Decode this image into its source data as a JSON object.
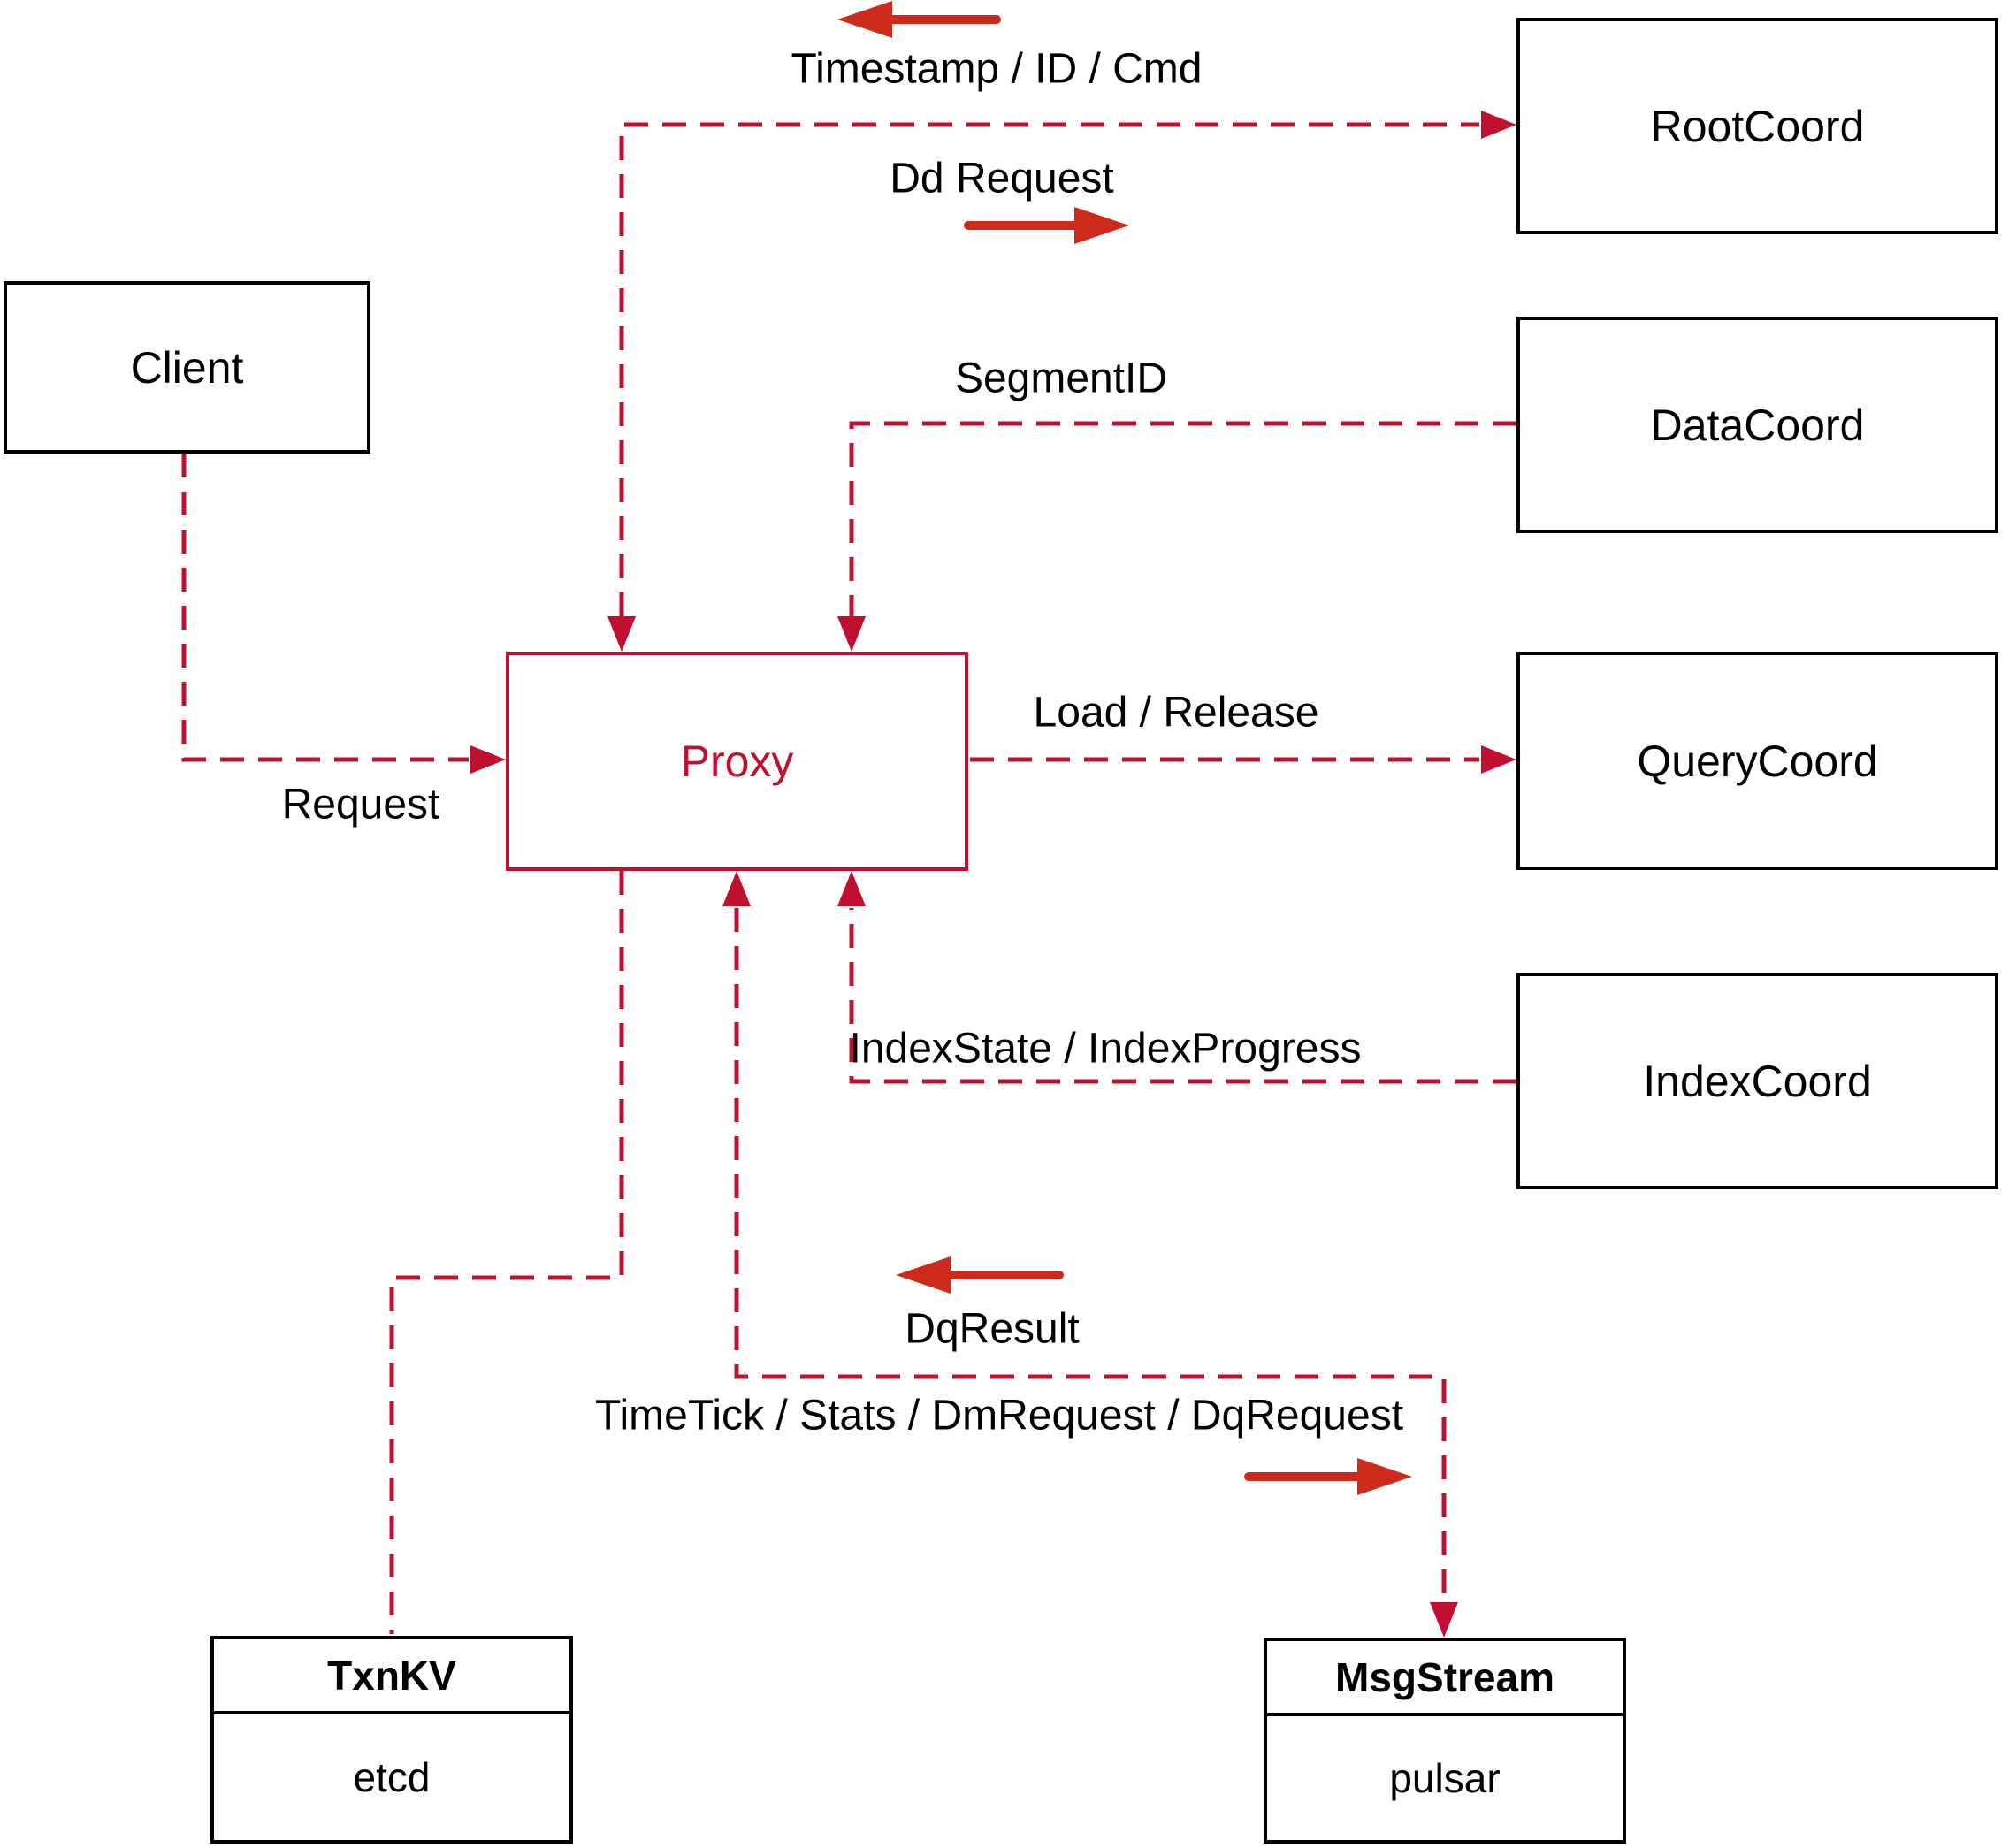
{
  "colors": {
    "line_crimson": "#bf1030",
    "solid_arrow_red": "#ce2a1b",
    "box_border_black": "#000000",
    "background_white": "#ffffff"
  },
  "nodes": {
    "client": {
      "label": "Client"
    },
    "proxy": {
      "label": "Proxy"
    },
    "rootcoord": {
      "label": "RootCoord"
    },
    "datacoord": {
      "label": "DataCoord"
    },
    "querycoord": {
      "label": "QueryCoord"
    },
    "indexcoord": {
      "label": "IndexCoord"
    },
    "txnkv": {
      "title": "TxnKV",
      "body": "etcd"
    },
    "msgstream": {
      "title": "MsgStream",
      "body": "pulsar"
    }
  },
  "edges": {
    "timestamp": {
      "label": "Timestamp / ID / Cmd"
    },
    "dd_request": {
      "label": "Dd Request"
    },
    "segment_id": {
      "label": "SegmentID"
    },
    "request": {
      "label": "Request"
    },
    "load_release": {
      "label": "Load / Release"
    },
    "index_state": {
      "label": "IndexState / IndexProgress"
    },
    "dq_result": {
      "label": "DqResult"
    },
    "time_tick": {
      "label": "TimeTick / Stats / DmRequest / DqRequest"
    }
  }
}
